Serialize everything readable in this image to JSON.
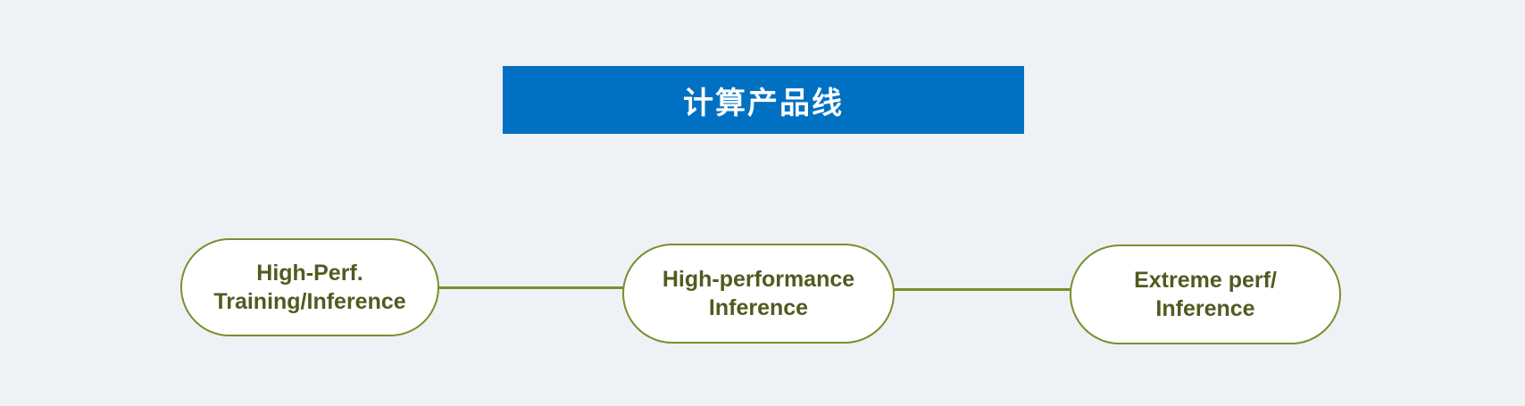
{
  "colors": {
    "background": "#eef1f5",
    "header_bg": "#0071c2",
    "header_text": "#ffffff",
    "node_fill": "#ffffff",
    "node_border": "#7a8f2a",
    "node_text": "#4e5c20",
    "connector": "#7a8f2a"
  },
  "header": {
    "title": "计算产品线"
  },
  "diagram": {
    "nodes": [
      {
        "line1": "High-Perf.",
        "line2": "Training/Inference"
      },
      {
        "line1": "High-performance",
        "line2": "Inference"
      },
      {
        "line1": "Extreme perf/",
        "line2": "Inference"
      }
    ],
    "connectors": [
      {
        "from": "node-1",
        "to": "node-2"
      },
      {
        "from": "node-2",
        "to": "node-3"
      }
    ]
  }
}
